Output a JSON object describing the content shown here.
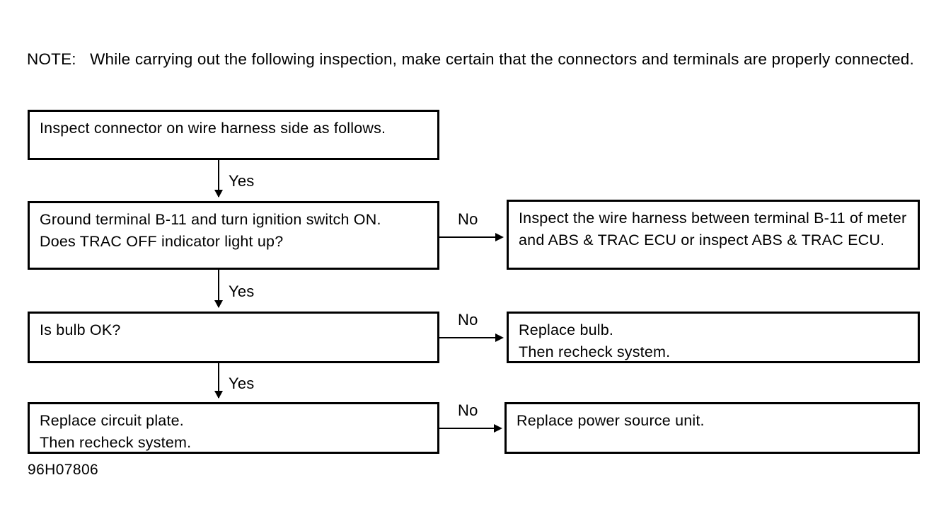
{
  "note": {
    "label": "NOTE:",
    "text": "NOTE:   While carrying out the following inspection, make certain that the connectors and terminals are properly connected."
  },
  "flowchart": {
    "boxes": {
      "q1": "Inspect connector on wire harness side as follows.",
      "q2": "Ground terminal B-11 and turn ignition switch ON.\nDoes TRAC OFF indicator light up?",
      "a2": "Inspect the wire harness between terminal B-11 of meter and ABS & TRAC ECU or inspect ABS & TRAC ECU.",
      "q3": "Is bulb OK?",
      "a3": "Replace bulb.\nThen recheck system.",
      "q4": "Replace circuit plate.\nThen recheck system.",
      "a4": "Replace power source unit."
    },
    "edges": {
      "yes_1": "Yes",
      "yes_2": "Yes",
      "yes_3": "Yes",
      "no_1": "No",
      "no_2": "No",
      "no_3": "No"
    }
  },
  "footer": {
    "code": "96H07806"
  }
}
